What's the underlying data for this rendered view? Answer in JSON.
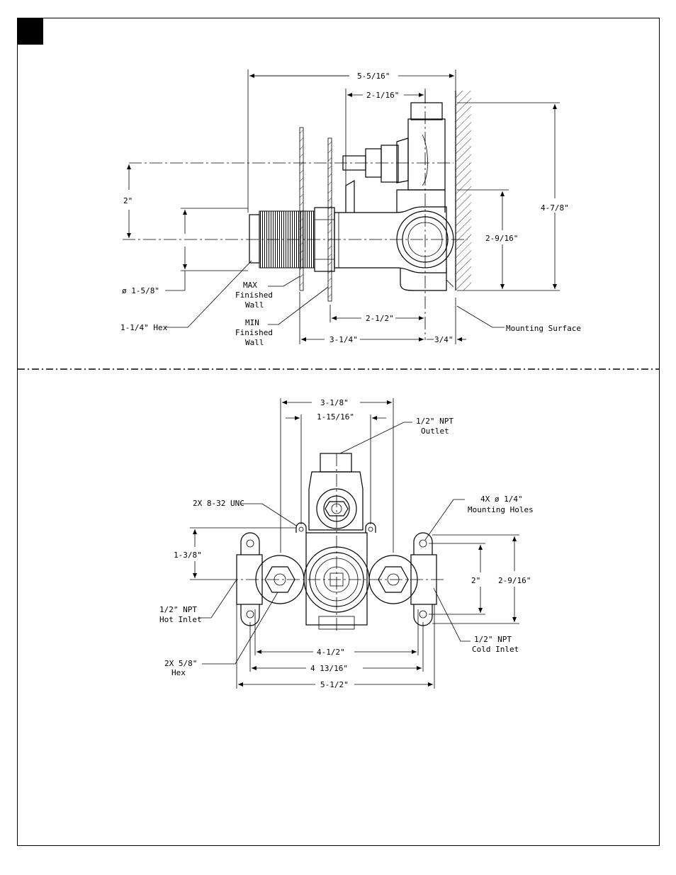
{
  "side_view": {
    "dimensions": {
      "overall_width": "5-5/16\"",
      "outlet_offset": "2-1/16\"",
      "vertical_offset": "2\"",
      "overall_height": "4-7/8\"",
      "mount_to_center": "2-9/16\"",
      "body_depth": "2-1/2\"",
      "wall_range": "3-1/4\"",
      "mount_offset": "3/4\""
    },
    "callouts": {
      "bore_diameter": "ø 1-5/8\"",
      "hex": "1-1/4\" Hex",
      "max_wall": [
        "MAX",
        "Finished",
        "Wall"
      ],
      "min_wall": [
        "MIN",
        "Finished",
        "Wall"
      ],
      "mounting_surface": "Mounting Surface"
    }
  },
  "front_view": {
    "dimensions": {
      "top_width": "3-1/8\"",
      "outlet_spacing": "1-15/16\"",
      "hole_height": "1-3/8\"",
      "hole_spacing_v": "2\"",
      "overall_height": "2-9/16\"",
      "inlet_spacing": "4-1/2\"",
      "hole_spacing_h": "4 13/16\"",
      "overall_width": "5-1/2\""
    },
    "callouts": {
      "outlet": [
        "1/2\" NPT",
        "Outlet"
      ],
      "screws": "2X 8-32 UNC",
      "mounting_holes": [
        "4X ø 1/4\"",
        "Mounting Holes"
      ],
      "hot_inlet": [
        "1/2\" NPT",
        "Hot Inlet"
      ],
      "cold_inlet": [
        "1/2\" NPT",
        "Cold Inlet"
      ],
      "hex": [
        "2X 5/8\"",
        "Hex"
      ]
    }
  }
}
